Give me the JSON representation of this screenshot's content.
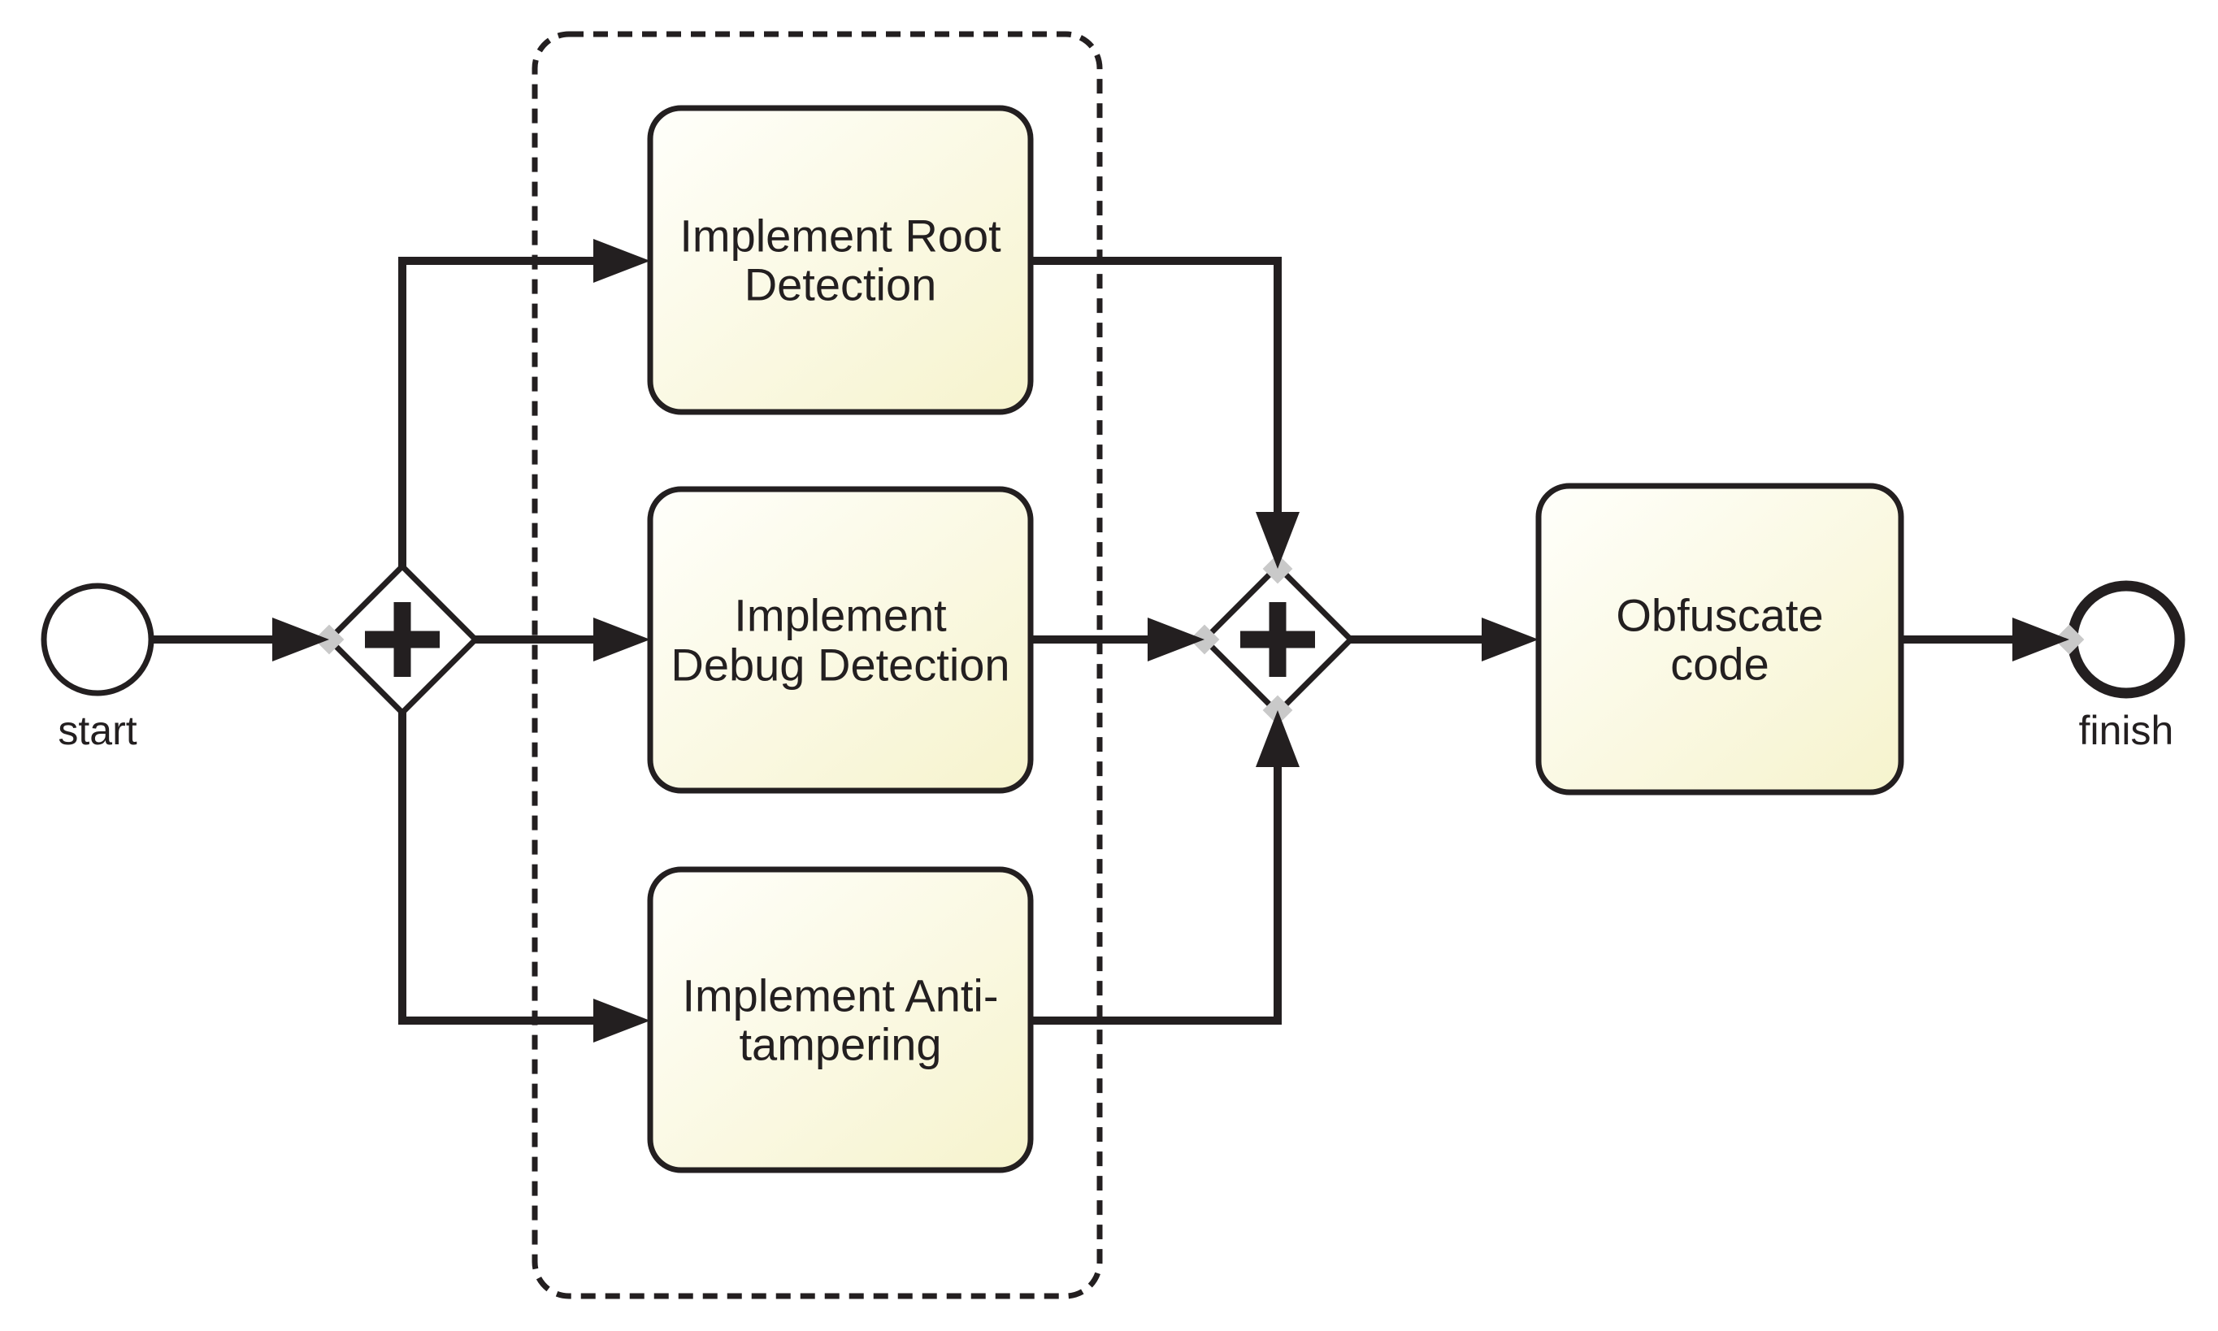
{
  "diagram": {
    "kind": "bpmn-process",
    "background": "#ffffff",
    "colors": {
      "stroke": "#231f20",
      "task_fill_light": "#fffffb",
      "task_fill_dark": "#f6f3cd",
      "docking": "#c9c9c9"
    },
    "start_event": {
      "label": "start"
    },
    "end_event": {
      "label": "finish"
    },
    "gateways": {
      "split": {
        "type": "parallel",
        "symbol": "+"
      },
      "join": {
        "type": "parallel",
        "symbol": "+"
      }
    },
    "group": {
      "border_style": "dashed"
    },
    "tasks": {
      "root": {
        "label": "Implement Root Detection",
        "lines": [
          "Implement Root",
          "Detection"
        ]
      },
      "debug": {
        "label": "Implement Debug Detection",
        "lines": [
          "Implement",
          "Debug Detection"
        ]
      },
      "tamper": {
        "label": "Implement Anti-tampering",
        "lines": [
          "Implement Anti-",
          "tampering"
        ]
      },
      "obfuscate": {
        "label": "Obfuscate code",
        "lines": [
          "Obfuscate",
          "code"
        ]
      }
    },
    "flows": [
      {
        "from": "start",
        "to": "parallel-split"
      },
      {
        "from": "parallel-split",
        "to": "implement-root-detection"
      },
      {
        "from": "parallel-split",
        "to": "implement-debug-detection"
      },
      {
        "from": "parallel-split",
        "to": "implement-anti-tampering"
      },
      {
        "from": "implement-root-detection",
        "to": "parallel-join"
      },
      {
        "from": "implement-debug-detection",
        "to": "parallel-join"
      },
      {
        "from": "implement-anti-tampering",
        "to": "parallel-join"
      },
      {
        "from": "parallel-join",
        "to": "obfuscate-code"
      },
      {
        "from": "obfuscate-code",
        "to": "finish"
      }
    ]
  }
}
